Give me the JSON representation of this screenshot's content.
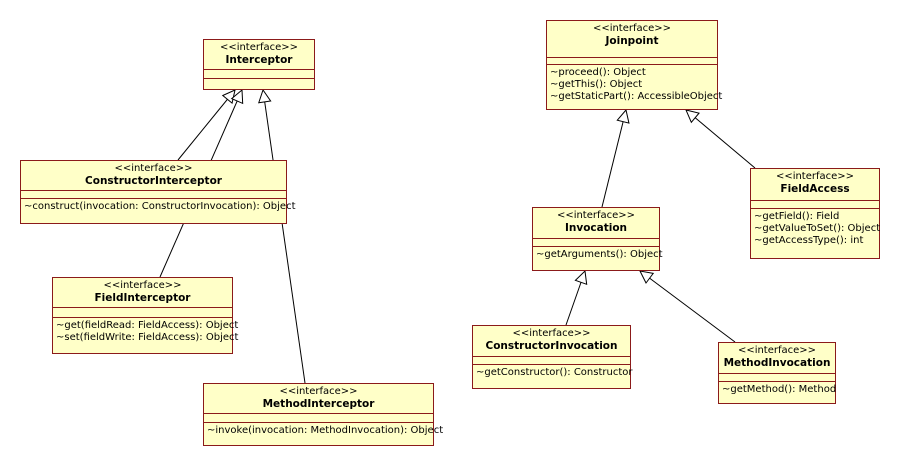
{
  "stereotype": "<<interface>>",
  "boxes": {
    "interceptor": {
      "name": "Interceptor",
      "ops": []
    },
    "ctor_interceptor": {
      "name": "ConstructorInterceptor",
      "ops": [
        "~construct(invocation: ConstructorInvocation): Object"
      ]
    },
    "field_interceptor": {
      "name": "FieldInterceptor",
      "ops": [
        "~get(fieldRead: FieldAccess): Object",
        "~set(fieldWrite: FieldAccess): Object"
      ]
    },
    "method_interceptor": {
      "name": "MethodInterceptor",
      "ops": [
        "~invoke(invocation: MethodInvocation): Object"
      ]
    },
    "joinpoint": {
      "name": "Joinpoint",
      "ops": [
        "~proceed(): Object",
        "~getThis(): Object",
        "~getStaticPart(): AccessibleObject"
      ]
    },
    "field_access": {
      "name": "FieldAccess",
      "ops": [
        "~getField(): Field",
        "~getValueToSet(): Object",
        "~getAccessType(): int"
      ]
    },
    "invocation": {
      "name": "Invocation",
      "ops": [
        "~getArguments(): Object"
      ]
    },
    "ctor_invocation": {
      "name": "ConstructorInvocation",
      "ops": [
        "~getConstructor(): Constructor"
      ]
    },
    "method_invocation": {
      "name": "MethodInvocation",
      "ops": [
        "~getMethod(): Method"
      ]
    }
  },
  "colors": {
    "fill": "#ffffc8",
    "border": "#8b1a1a",
    "line": "#000000"
  }
}
